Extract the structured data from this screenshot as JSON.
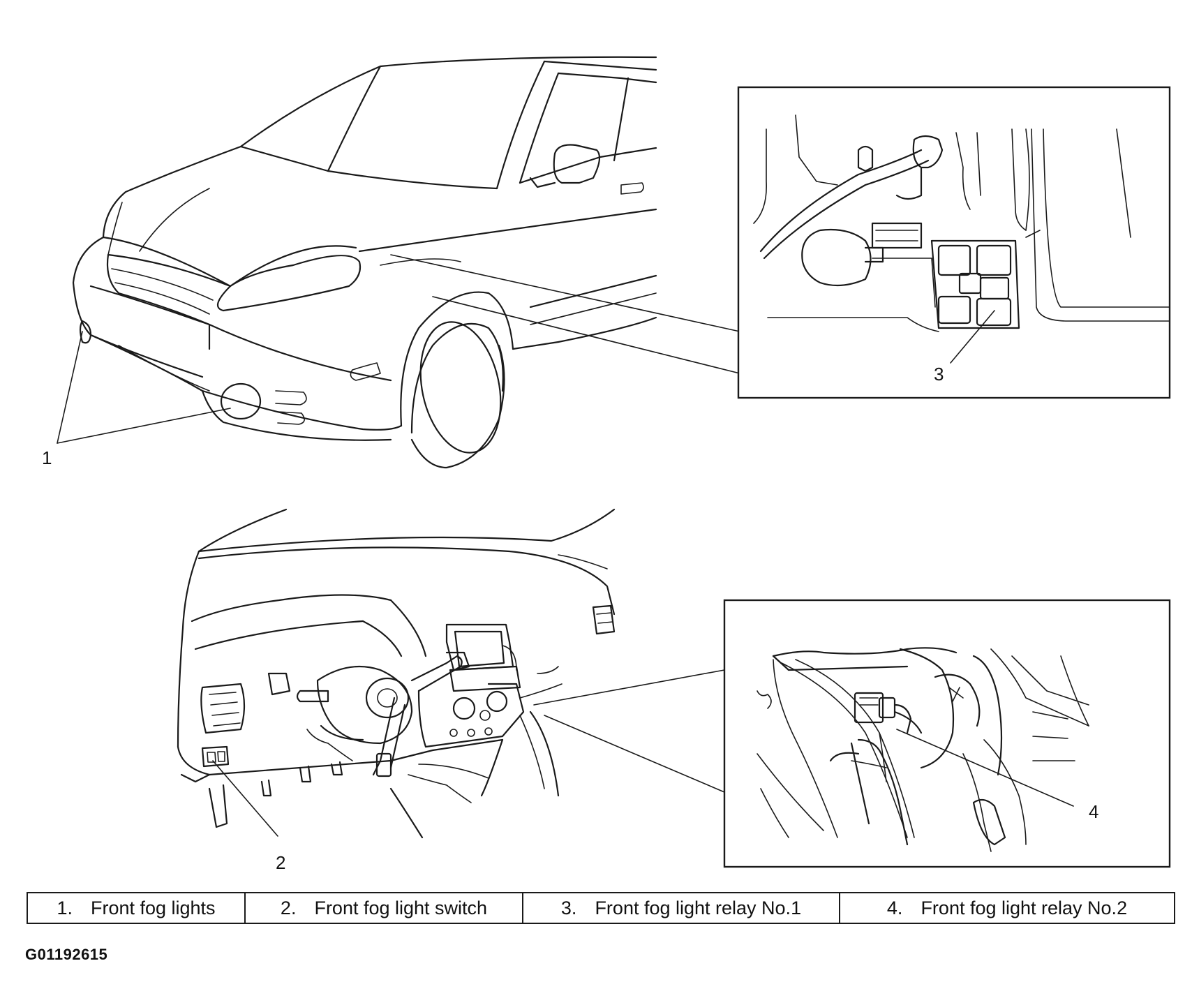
{
  "callouts": [
    "1",
    "2",
    "3",
    "4"
  ],
  "legend": [
    {
      "num": "1.",
      "label": "Front fog lights"
    },
    {
      "num": "2.",
      "label": "Front fog light switch"
    },
    {
      "num": "3.",
      "label": "Front fog light relay No.1"
    },
    {
      "num": "4.",
      "label": "Front fog light relay No.2"
    }
  ],
  "figure_id": "G01192615"
}
